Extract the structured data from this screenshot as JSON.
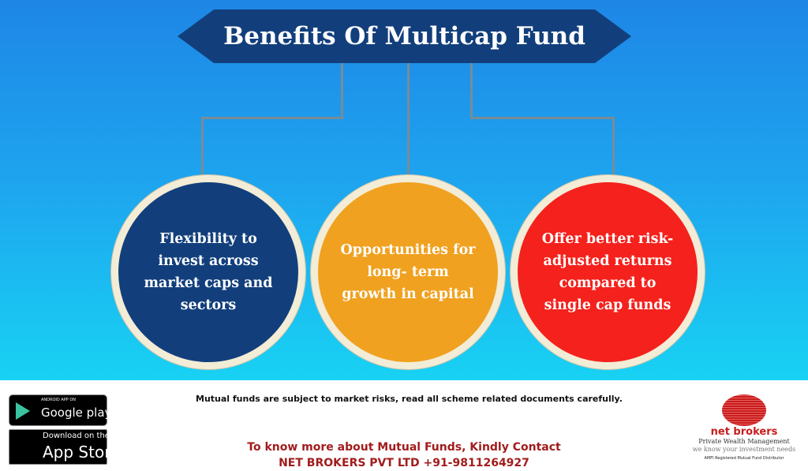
{
  "title": "Benefits Of Multicap Fund",
  "benefits": [
    {
      "text": "Flexibility to invest across market caps and sectors",
      "color": "#123f7c"
    },
    {
      "text": "Opportunities for long- term growth in capital",
      "color": "#f0a11f"
    },
    {
      "text": "Offer better risk-adjusted returns compared to single cap funds",
      "color": "#f4211c"
    }
  ],
  "footer": {
    "disclaimer": "Mutual funds are subject to market risks, read all scheme related documents carefully.",
    "contact_line1": "To know more about Mutual Funds, Kindly Contact",
    "contact_line2": "NET BROKERS PVT LTD  +91-9811264927",
    "google_small": "ANDROID APP ON",
    "google_big": "Google play",
    "apple_small": "Download on the",
    "apple_big": "App Store",
    "logo_name": "net brokers",
    "logo_sub": "Private Wealth Management",
    "logo_tagline": "we know your investment needs",
    "logo_amfi": "AMFI Registered Mutual Fund Distributor"
  }
}
